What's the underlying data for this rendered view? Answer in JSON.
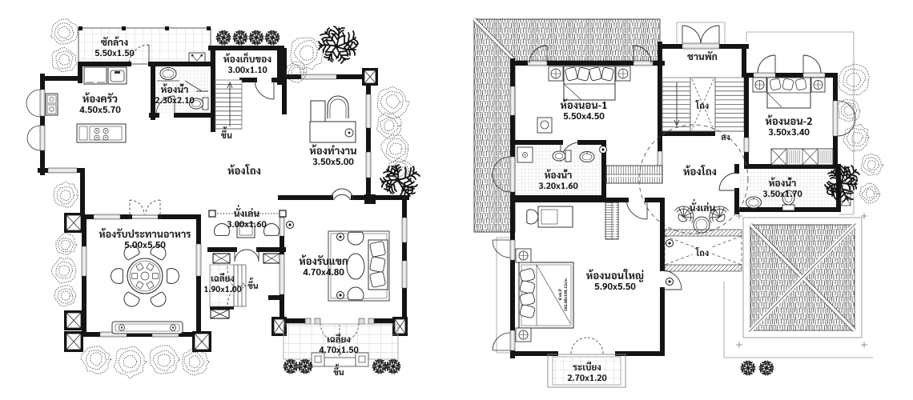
{
  "document": {
    "type": "architectural floor plan drawing",
    "sheets": [
      "first floor plan",
      "second floor plan"
    ],
    "background": "#ffffff",
    "ink": "#141414",
    "window_fill": "#dcdcdc"
  },
  "first_floor": {
    "rooms": {
      "laundry": {
        "name": "ซักล้าง",
        "dims": "5.50x1.50"
      },
      "kitchen": {
        "name": "ห้องครัว",
        "dims": "4.50x5.70"
      },
      "bathroom": {
        "name": "ห้องน้ำ",
        "dims": "2.30x2.10"
      },
      "storage": {
        "name": "ห้องเก็บของ",
        "dims": "3.00x1.10"
      },
      "office": {
        "name": "ห้องทำงาน",
        "dims": "3.50x5.00"
      },
      "hall": {
        "name": "ห้องโถง"
      },
      "dining": {
        "name": "ห้องรับประทานอาหาร",
        "dims": "5.00x5.50"
      },
      "sitting": {
        "name": "นั่งเล่น",
        "dims": "3.00x1.60"
      },
      "side_porch": {
        "name": "เฉลียง",
        "dims": "1.90x1.00"
      },
      "living": {
        "name": "ห้องรับแขก",
        "dims": "4.70x4.80"
      },
      "front_porch": {
        "name": "เฉลียง",
        "dims": "4.70x1.50"
      }
    },
    "labels": {
      "up": "ขึ้น"
    }
  },
  "second_floor": {
    "rooms": {
      "landing": {
        "name": "ชานพัก"
      },
      "stair_void": {
        "name": "โถง"
      },
      "bedroom1": {
        "name": "ห้องนอน-1",
        "dims": "5.50x4.50"
      },
      "bedroom2": {
        "name": "ห้องนอน-2",
        "dims": "3.50x3.40"
      },
      "bathroom1": {
        "name": "ห้องน้ำ",
        "dims": "3.20x1.60"
      },
      "bathroom2": {
        "name": "ห้องน้ำ",
        "dims": "3.50x1.70"
      },
      "hall": {
        "name": "ห้องโถง"
      },
      "sitting": {
        "name": "นั่งเล่น"
      },
      "void": {
        "name": "โถง"
      },
      "master_bedroom": {
        "name": "ห้องนอนใหญ่",
        "dims": "5.90x5.50"
      },
      "balcony": {
        "name": "ระเบียง",
        "dims": "2.70x1.20"
      }
    },
    "labels": {
      "down": "ลง"
    },
    "bed_note": {
      "size_ft": "6'x6.5'",
      "size_cm": "182.88x198.12cm."
    }
  }
}
